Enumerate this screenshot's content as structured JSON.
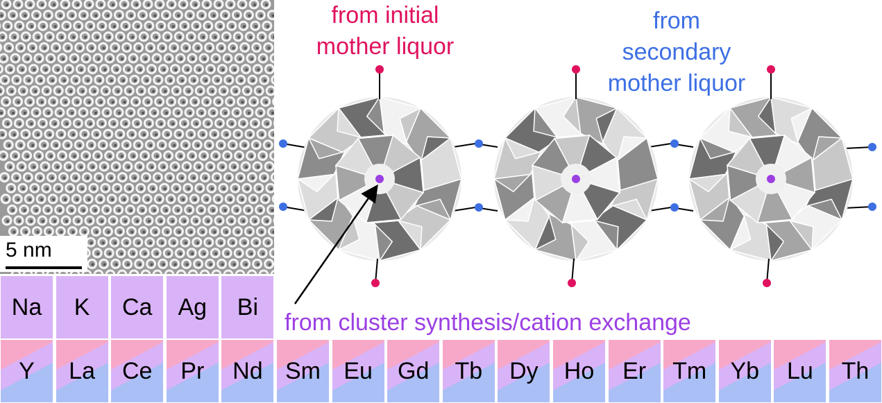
{
  "scale_bar": {
    "label": "5 nm"
  },
  "labels": {
    "initial": "from initial mother liquor",
    "secondary": "from secondary mother liquor",
    "cluster": "from cluster synthesis/cation exchange"
  },
  "colors": {
    "initial": "#e0125f",
    "secondary": "#3d6fe3",
    "cluster": "#9b3fe3",
    "tile_purple": "#d9b3f7",
    "tile_pink": "#f7a8c8",
    "tile_blue": "#a9bff5"
  },
  "row1": [
    "Na",
    "K",
    "Ca",
    "Ag",
    "Bi"
  ],
  "row2": [
    "Y",
    "La",
    "Ce",
    "Pr",
    "Nd",
    "Sm",
    "Eu",
    "Gd",
    "Tb",
    "Dy",
    "Ho",
    "Er",
    "Tm",
    "Yb",
    "Lu",
    "Th"
  ]
}
